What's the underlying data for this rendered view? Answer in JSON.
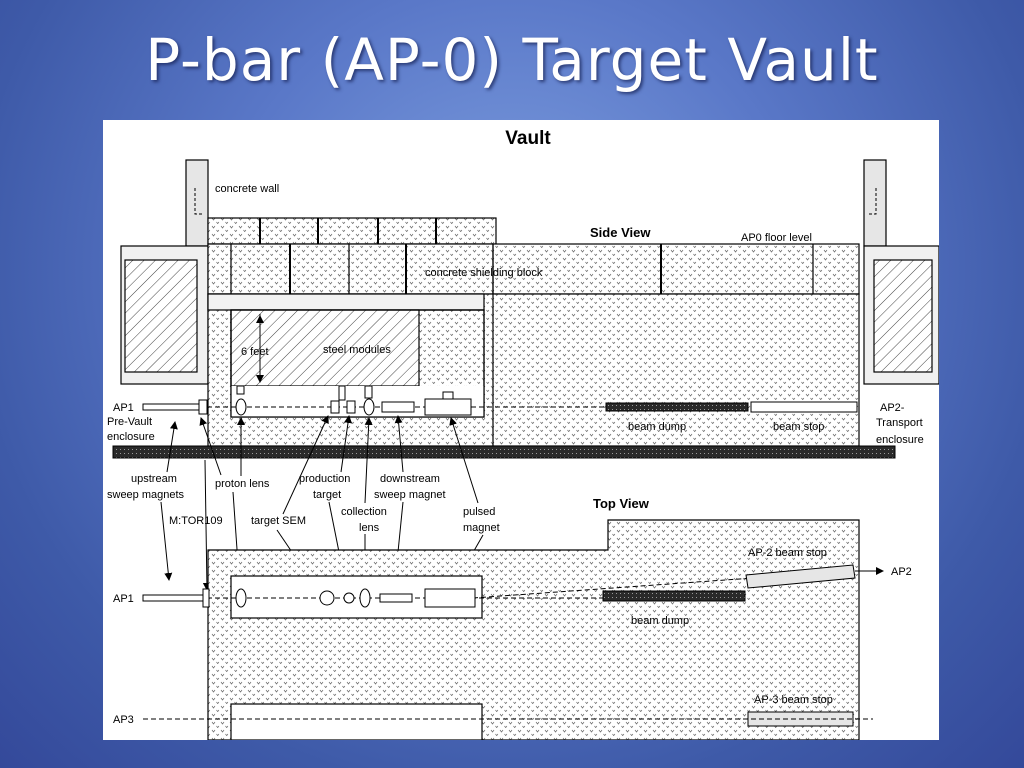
{
  "slide": {
    "title": "P-bar (AP-0) Target Vault"
  },
  "diagram": {
    "heading": "Vault",
    "side_view": {
      "label": "Side View",
      "floor_label": "AP0 floor level",
      "concrete_wall": "concrete wall",
      "shielding_block": "concrete shielding block",
      "six_feet": "6 feet",
      "steel_modules": "steel modules",
      "beam_dump": "beam dump",
      "beam_stop": "beam stop",
      "ap1": "AP1",
      "pre_vault_1": "Pre-Vault",
      "pre_vault_2": "enclosure",
      "ap2_1": "AP2-",
      "ap2_2": "Transport",
      "ap2_3": "enclosure"
    },
    "components": {
      "upstream_1": "upstream",
      "upstream_2": "sweep magnets",
      "proton_lens": "proton lens",
      "production_1": "production",
      "production_2": "target",
      "downstream_1": "downstream",
      "downstream_2": "sweep magnet",
      "mtor": "M:TOR109",
      "target_sem": "target SEM",
      "collection_1": "collection",
      "collection_2": "lens",
      "pulsed_1": "pulsed",
      "pulsed_2": "magnet"
    },
    "top_view": {
      "label": "Top View",
      "ap2_beam_stop": "AP-2 beam stop",
      "ap2": "AP2",
      "ap1": "AP1",
      "beam_dump": "beam dump",
      "ap3_beam_stop": "AP-3 beam stop",
      "ap3": "AP3"
    }
  }
}
